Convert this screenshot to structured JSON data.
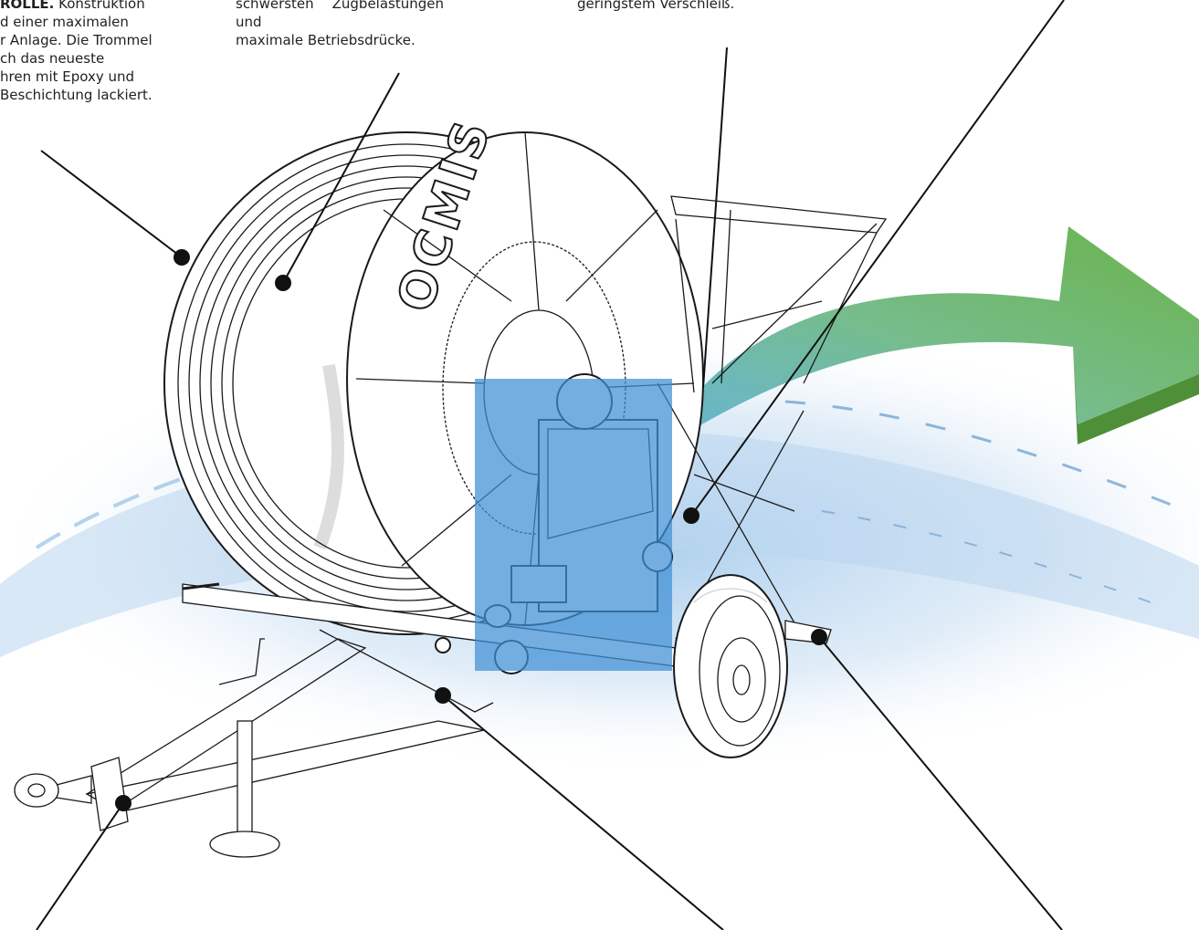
{
  "captions": {
    "drum": {
      "title": "ROLLE.",
      "lines": [
        "Konstruktion",
        "d einer maximalen",
        "r Anlage. Die Trommel",
        "ch das neueste",
        "hren mit Epoxy und",
        "Beschichtung lackiert."
      ]
    },
    "pipe": {
      "lines": [
        "schwersten Zugbelastungen und",
        "maximale Betriebsdrücke."
      ]
    },
    "wear": {
      "lines": [
        "geringstem Verschleiß."
      ]
    }
  },
  "brand": "OCMIS",
  "colors": {
    "arrow_green": "#6ab34a",
    "arrow_teal": "#5ab0c8",
    "highlight_blue": "#3f8fd6",
    "water_blue": "#7fb3de",
    "ink": "#1a1a1a"
  }
}
